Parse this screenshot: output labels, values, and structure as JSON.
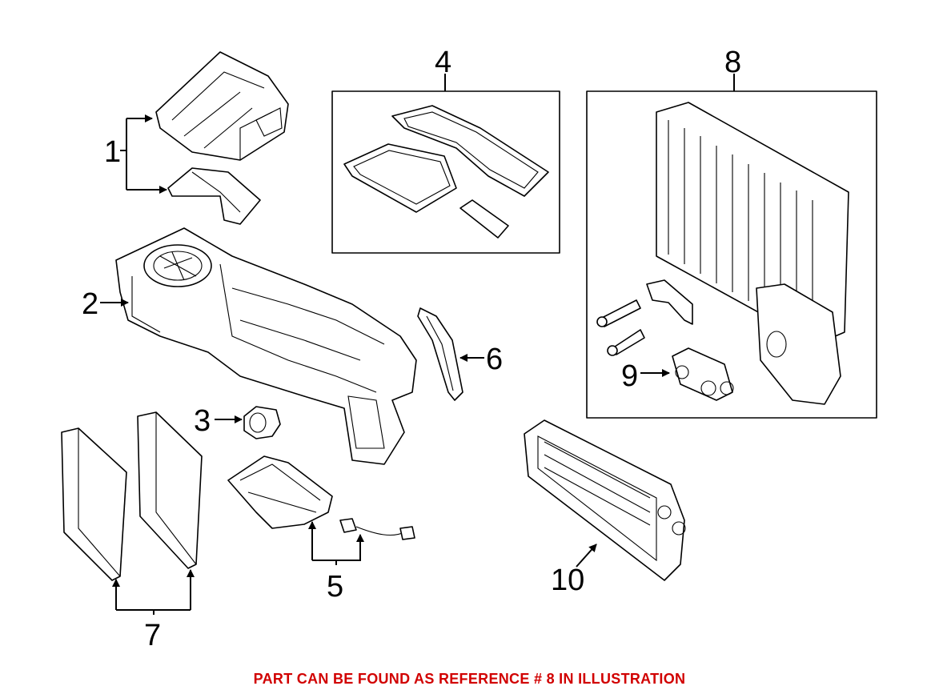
{
  "diagram": {
    "callouts": [
      {
        "id": "1",
        "label": "1"
      },
      {
        "id": "2",
        "label": "2"
      },
      {
        "id": "3",
        "label": "3"
      },
      {
        "id": "4",
        "label": "4"
      },
      {
        "id": "5",
        "label": "5"
      },
      {
        "id": "6",
        "label": "6"
      },
      {
        "id": "7",
        "label": "7"
      },
      {
        "id": "8",
        "label": "8"
      },
      {
        "id": "9",
        "label": "9"
      },
      {
        "id": "10",
        "label": "10"
      }
    ]
  },
  "footer": {
    "note": "PART CAN BE FOUND AS REFERENCE # 8 IN ILLUSTRATION",
    "note_color": "#d10000"
  }
}
